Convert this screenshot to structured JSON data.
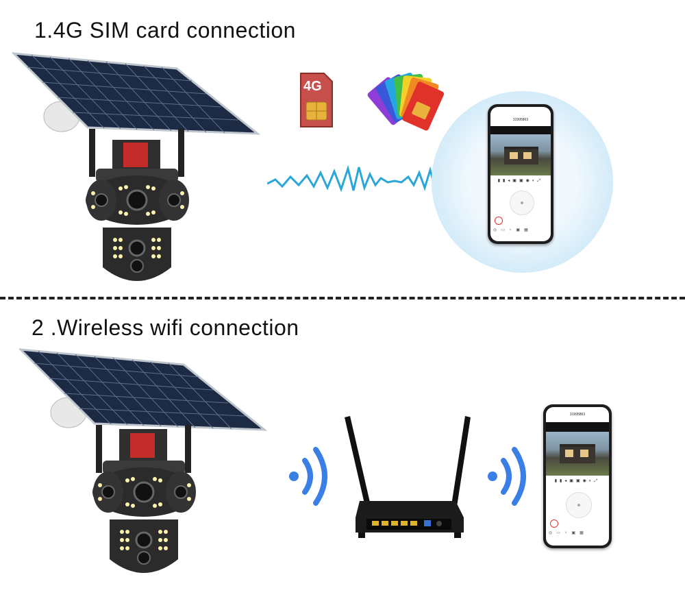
{
  "section_1": {
    "heading": "1.4G SIM card connection",
    "sim_label": "4G",
    "phone_status_text": "31995863"
  },
  "section_2": {
    "heading": "2 .Wireless wifi connection",
    "phone_status_text": "31995863"
  },
  "colors": {
    "signal_wave": "#2aa7d9",
    "glow": "#bfe3f7",
    "wifi_waves": "#3a7fe6",
    "sim_red": "#d9342b",
    "camera_body": "#2b2b2b",
    "solar_panel": "#1c2a44"
  },
  "icons": [
    "solar-camera-icon",
    "sim-card-icon",
    "rainbow-sim-cards-icon",
    "smartphone-icon",
    "router-icon",
    "wifi-wave-icon"
  ]
}
